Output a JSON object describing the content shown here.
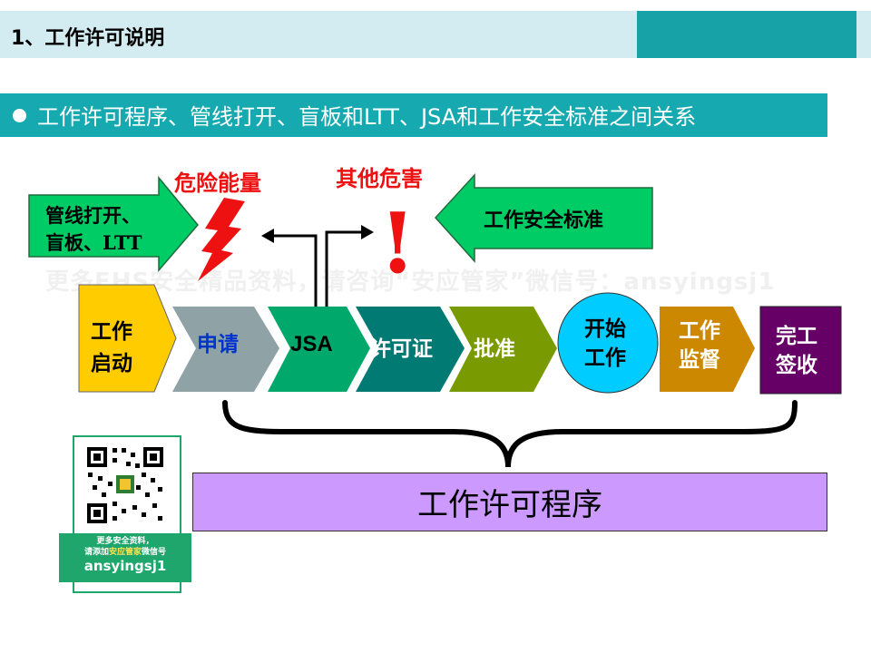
{
  "header": {
    "title": "1、工作许可说明"
  },
  "subtitle": {
    "text": "工作许可程序、管线打开、盲板和LTT、JSA和工作安全标准之间关系"
  },
  "watermark": {
    "text": "更多EHS安全精品资料，请咨询“安应管家”微信号：ansyingsj1"
  },
  "inputs": {
    "pipeline_line1": "管线打开、",
    "pipeline_line2": "盲板、LTT",
    "hazard_energy": "危险能量",
    "other_hazards": "其他危害",
    "exclamation": "!",
    "safety_standard": "工作安全标准"
  },
  "steps": {
    "start_line1": "工作",
    "start_line2": "启动",
    "apply": "申请",
    "jsa": "JSA",
    "permit": "许可证",
    "approve": "批准",
    "begin_line1": "开始",
    "begin_line2": "工作",
    "supervise_line1": "工作",
    "supervise_line2": "监督",
    "complete_line1": "完工",
    "complete_line2": "签收"
  },
  "permit_program": {
    "label": "工作许可程序"
  },
  "qr": {
    "line1": "更多安全资料，",
    "line2_pre": "请添加",
    "line2_hl": "安应管家",
    "line2_post": "微信号",
    "id": "ansyingsj1"
  },
  "colors": {
    "teal": "#17a9b0",
    "green_arrow": "#00cc66",
    "start_yellow": "#ffcc00",
    "apply_gray": "#8fa3a7",
    "jsa_green": "#00a86b",
    "permit_teal": "#007a73",
    "approve_olive": "#7a9a01",
    "begin_cyan": "#00ccff",
    "supervise_orange": "#cc8800",
    "complete_purple": "#660066",
    "program_lavender": "#cc99ff",
    "hazard_red": "#ee1111"
  }
}
